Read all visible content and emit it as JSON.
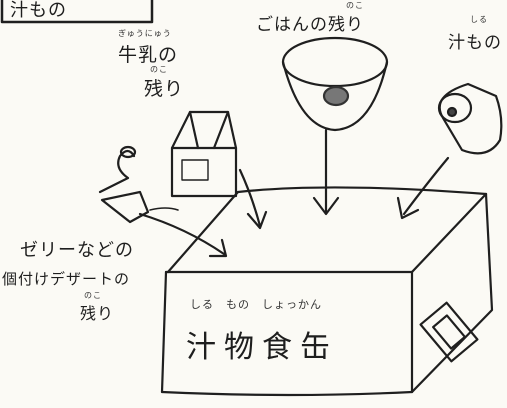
{
  "corner_box_text": "汁もの",
  "labels": {
    "rice": "ごはんの残り",
    "soup_ruby": "しる",
    "soup": "汁もの",
    "milk_ruby": "ぎゅうにゅう",
    "milk_line1": "牛乳の",
    "milk_line2_ruby": "のこ",
    "milk_line2": "残り",
    "rice_ruby": "のこ",
    "jelly_line1": "ゼリーなどの",
    "jelly_line2": "個付けデザートの",
    "jelly_line3_ruby": "のこ",
    "jelly_line3": "残り",
    "box_ruby": "しる　もの　しょっかん",
    "box_main": "汁物食缶"
  }
}
